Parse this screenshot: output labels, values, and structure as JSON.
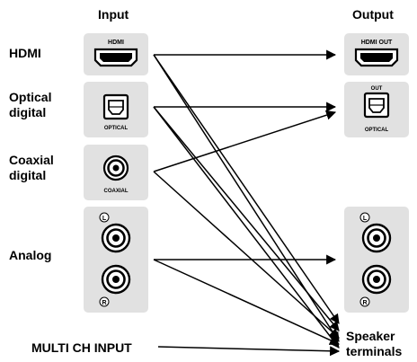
{
  "headers": {
    "input": "Input",
    "output": "Output"
  },
  "rows": {
    "hdmi": "HDMI",
    "optical_line1": "Optical",
    "optical_line2": "digital",
    "coaxial_line1": "Coaxial",
    "coaxial_line2": "digital",
    "analog": "Analog"
  },
  "jack_labels": {
    "hdmi_in": "HDMI",
    "optical_in": "OPTICAL",
    "coaxial_in": "COAXIAL",
    "analog_l": "L",
    "analog_r": "R",
    "hdmi_out": "HDMI OUT",
    "optical_out_top": "OUT",
    "optical_out_bottom": "OPTICAL"
  },
  "multi_ch_input": "MULTI CH INPUT",
  "speaker_line1": "Speaker",
  "speaker_line2": "terminals",
  "colors": {
    "panel": "#e1e1e1",
    "line": "#000000"
  }
}
